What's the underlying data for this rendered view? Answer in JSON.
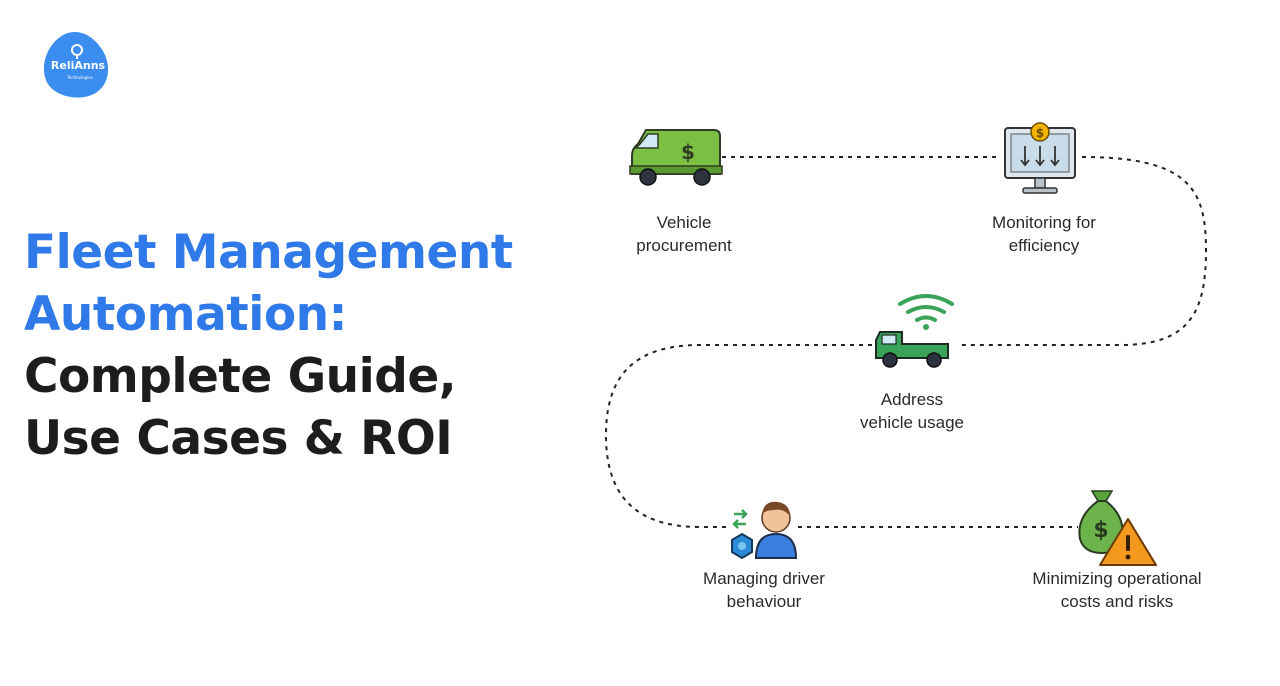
{
  "brand": {
    "logo_text": "ReliAnns",
    "logo_subtext": "Technologies",
    "color": "#3b8ef0"
  },
  "title": {
    "line1": "Fleet Management",
    "line2": "Automation:",
    "line3": "Complete Guide,",
    "line4": "Use Cases & ROI",
    "accent_color": "#2f79e9",
    "dark_color": "#1d1d1d"
  },
  "steps": [
    {
      "label": "Vehicle\nprocurement",
      "icon": "dollar-van-icon"
    },
    {
      "label": "Monitoring for\nefficiency",
      "icon": "monitor-coin-icon"
    },
    {
      "label": "Address\nvehicle usage",
      "icon": "connected-truck-icon"
    },
    {
      "label": "Managing driver\nbehaviour",
      "icon": "driver-icon"
    },
    {
      "label": "Minimizing operational\ncosts and risks",
      "icon": "money-bag-warning-icon"
    }
  ]
}
